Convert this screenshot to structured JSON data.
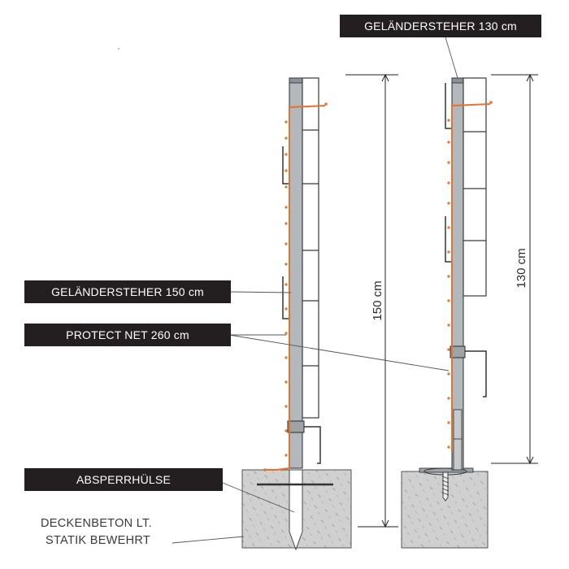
{
  "labels": {
    "post_130": "GELÄNDERSTEHER 130 cm",
    "post_150": "GELÄNDERSTEHER 150 cm",
    "protect_net": "PROTECT NET 260 cm",
    "sleeve": "ABSPERRHÜLSE",
    "concrete_line1": "DECKENBETON LT.",
    "concrete_line2": "STATIK BEWEHRT"
  },
  "dimensions": {
    "left": "150 cm",
    "right": "130 cm"
  },
  "colors": {
    "post_fill": "#b3b8bd",
    "post_stroke": "#2b2b2b",
    "net_orange": "#e8712c",
    "concrete": "#cfcfcf",
    "label_bg": "#231f20"
  }
}
